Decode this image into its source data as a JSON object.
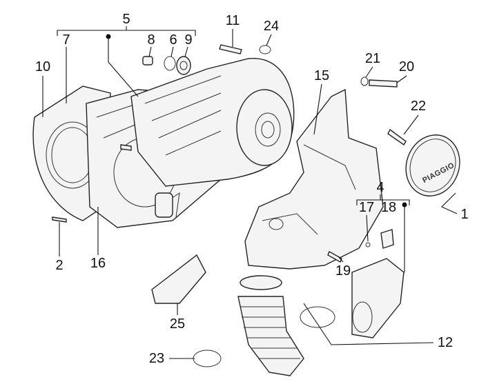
{
  "diagram": {
    "labels": {
      "l1": "1",
      "l2": "2",
      "l4": "4",
      "l5": "5",
      "l6": "6",
      "l7": "7",
      "l8": "8",
      "l9": "9",
      "l10": "10",
      "l11": "11",
      "l12": "12",
      "l15": "15",
      "l16": "16",
      "l17": "17",
      "l18": "18",
      "l19": "19",
      "l20": "20",
      "l21": "21",
      "l22": "22",
      "l23": "23",
      "l24": "24",
      "l25": "25"
    },
    "logo_text": "PIAGGIO"
  }
}
